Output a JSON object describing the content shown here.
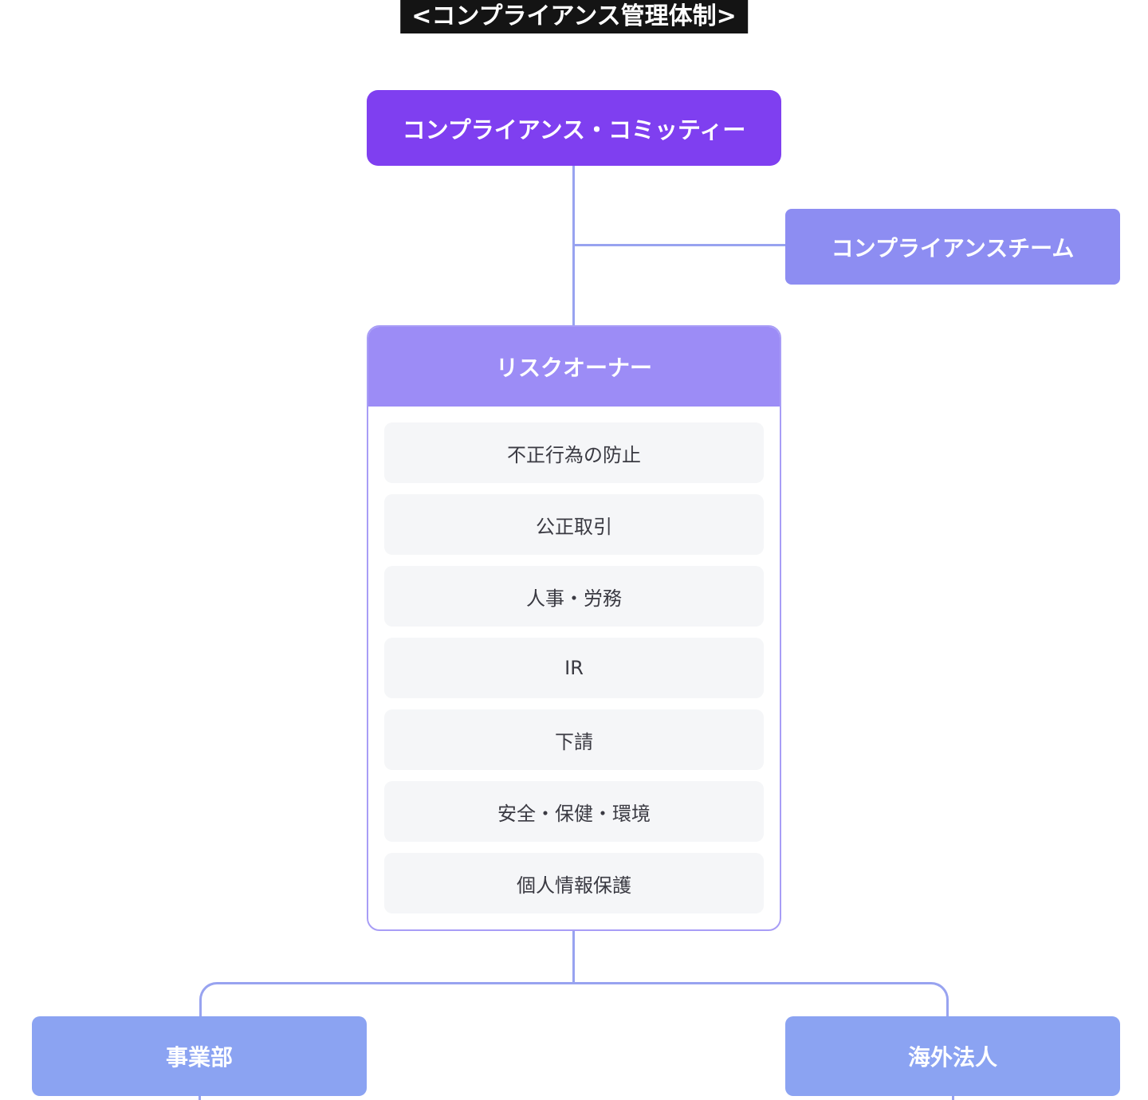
{
  "title": "<コンプライアンス管理体制>",
  "committee": {
    "label": "コンプライアンス・コミッティー"
  },
  "team": {
    "label": "コンプライアンスチーム"
  },
  "risk_owner": {
    "header": "リスクオーナー",
    "items": [
      "不正行為の防止",
      "公正取引",
      "人事・労務",
      "IR",
      "下請",
      "安全・保健・環境",
      "個人情報保護"
    ]
  },
  "bottom": {
    "left": "事業部",
    "right": "海外法人"
  },
  "colors": {
    "title_bg": "#141414",
    "committee_bg": "#7f3ff0",
    "team_bg": "#8d8df2",
    "risk_header_bg": "#9c8cf6",
    "risk_border": "#a89df6",
    "item_bg": "#f5f6f8",
    "item_text": "#3a3a42",
    "bottom_bg": "#8ba3f2",
    "line": "#98a3f0"
  }
}
